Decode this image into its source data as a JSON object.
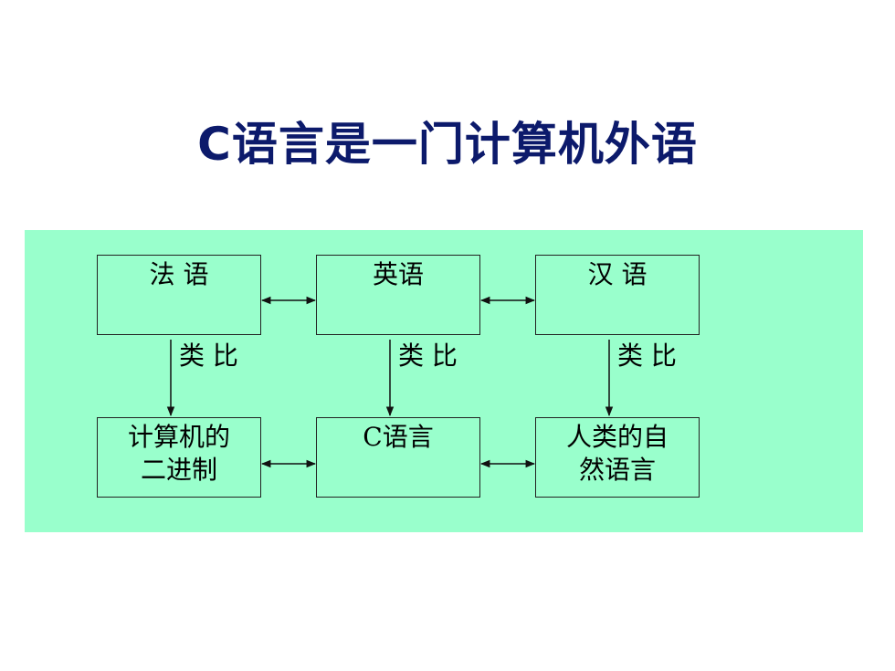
{
  "title": "C语言是一门计算机外语",
  "colors": {
    "title": "#0c1a6b",
    "panel": "#99ffcc",
    "stroke": "#222222"
  },
  "boxes": {
    "french": [
      "法 语"
    ],
    "english": [
      "英语"
    ],
    "chinese": [
      "汉 语"
    ],
    "binary": [
      "计算机的",
      "二进制"
    ],
    "c_lang": [
      "C语言"
    ],
    "natural": [
      "人类的自",
      "然语言"
    ]
  },
  "analogy_labels": [
    "类 比",
    "类 比",
    "类 比"
  ]
}
